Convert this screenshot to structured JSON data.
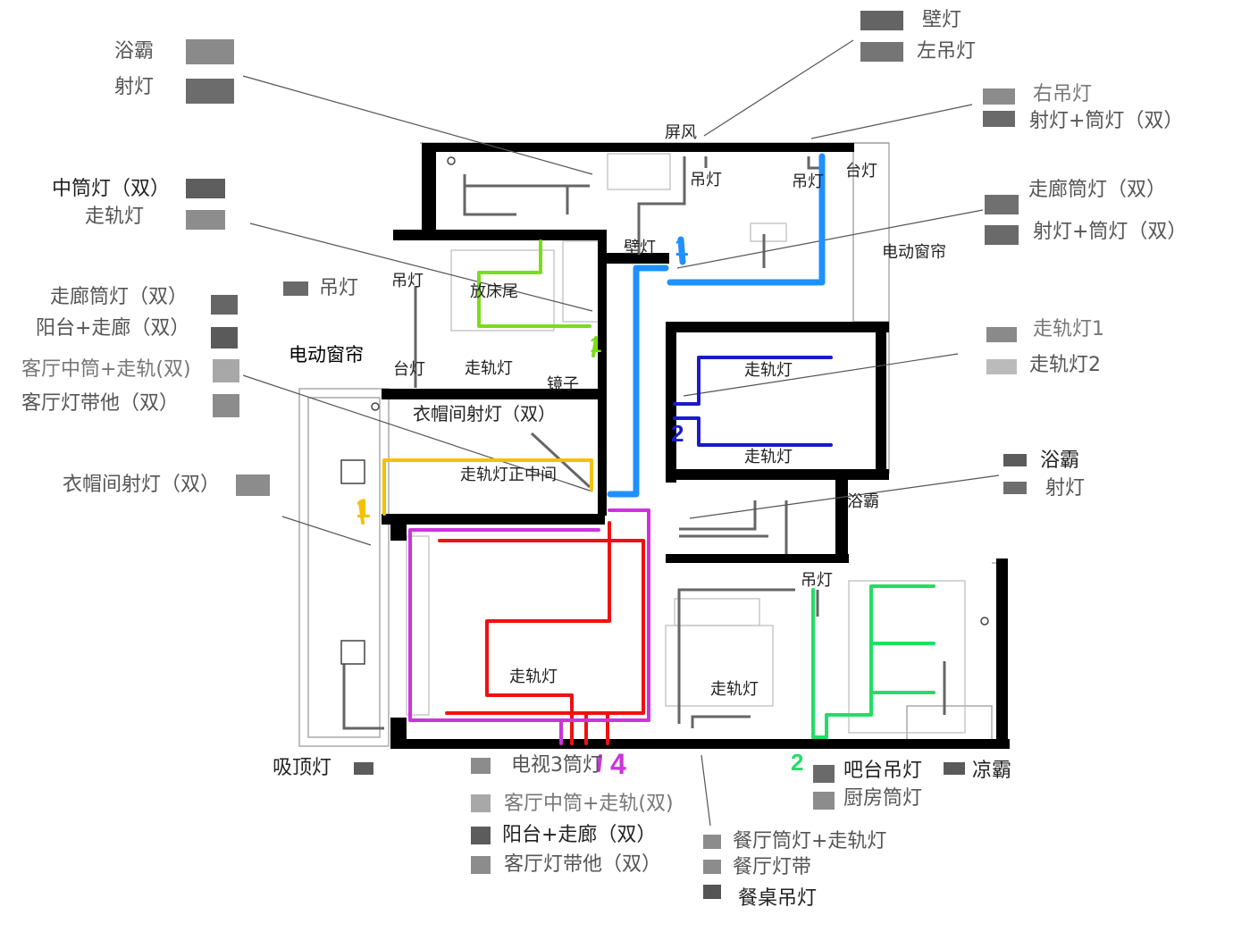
{
  "colors": {
    "blue_light": "#1e90ff",
    "blue_dark": "#1a1acc",
    "green_lime": "#7cdc1a",
    "green": "#22dd66",
    "yellow": "#f2c200",
    "red": "#ee1111",
    "magenta": "#cc33dd",
    "wall": "#000000",
    "wire": "#666666"
  },
  "legend": {
    "top_left": {
      "yuba": "浴霸",
      "shedeng": "射灯"
    },
    "top_right": {
      "bideng": "壁灯",
      "zuo_diaodeng": "左吊灯",
      "you_diaodeng": "右吊灯",
      "shedeng_tongdeng": "射灯+筒灯（双）"
    },
    "right_mid": {
      "zoulang_tongdeng": "走廊筒灯（双）",
      "shedeng_tongdeng": "射灯+筒灯（双）"
    },
    "left_upper": {
      "zhong_tongdeng": "中筒灯（双）",
      "zouguidenG": "走轨灯"
    },
    "left_diaodeng": "吊灯",
    "left_group": {
      "zoulang_tongdeng": "走廊筒灯（双）",
      "yangtai_zoulang": "阳台+走廊（双）",
      "keting_zhongtong": "客厅中筒+走轨(双)",
      "keting_dengdai": "客厅灯带他（双）"
    },
    "electric_curtain": "电动窗帘",
    "yimaojian": "衣帽间射灯（双）",
    "right_track": {
      "zouguideng1": "走轨灯1",
      "zouguideng2": "走轨灯2"
    },
    "right_lower": {
      "yuba": "浴霸",
      "shedeng": "射灯"
    },
    "xiding": "吸顶灯",
    "bottom_center": {
      "dianshi": "电视3筒灯",
      "keting_zhongtong": "客厅中筒+走轨(双)",
      "yangtai_zoulang": "阳台+走廊（双）",
      "keting_dengdai": "客厅灯带他（双）"
    },
    "bottom_right": {
      "canting_tongdeng": "餐厅筒灯+走轨灯",
      "canting_dengdai": "餐厅灯带",
      "canzhuo_diaodeng": "餐桌吊灯"
    },
    "bottom_far_right": {
      "bataidiaodeng": "吧台吊灯",
      "liangba": "凉霸",
      "chufang_tongdeng": "厨房筒灯"
    }
  },
  "rooms": {
    "pingfeng": "屏风",
    "diaodeng1": "吊灯",
    "diaodeng2": "吊灯",
    "taideng_top": "台灯",
    "bideng": "壁灯",
    "diandong_chuanglian": "电动窗帘",
    "diaodeng_left": "吊灯",
    "fang_chuangwei": "放床尾",
    "taideng_left": "台灯",
    "zouguideng_left": "走轨灯",
    "jingzi": "镜子",
    "yimaojian_shedeng": "衣帽间射灯（双）",
    "zouguideng_zhengzhongjian": "走轨灯正中间",
    "zouguideng_room_top": "走轨灯",
    "zouguideng_room_bottom": "走轨灯",
    "yuba_room": "浴霸",
    "diaodeng_dining": "吊灯",
    "zouguideng_living": "走轨灯",
    "zouguideng_dining": "走轨灯"
  },
  "marks": {
    "m1_top": "1",
    "m1_green": "1",
    "m2_blue": "2",
    "m1_yellow": "1",
    "m4_magenta": "4",
    "m1_magenta": "1",
    "m2_green": "2"
  }
}
